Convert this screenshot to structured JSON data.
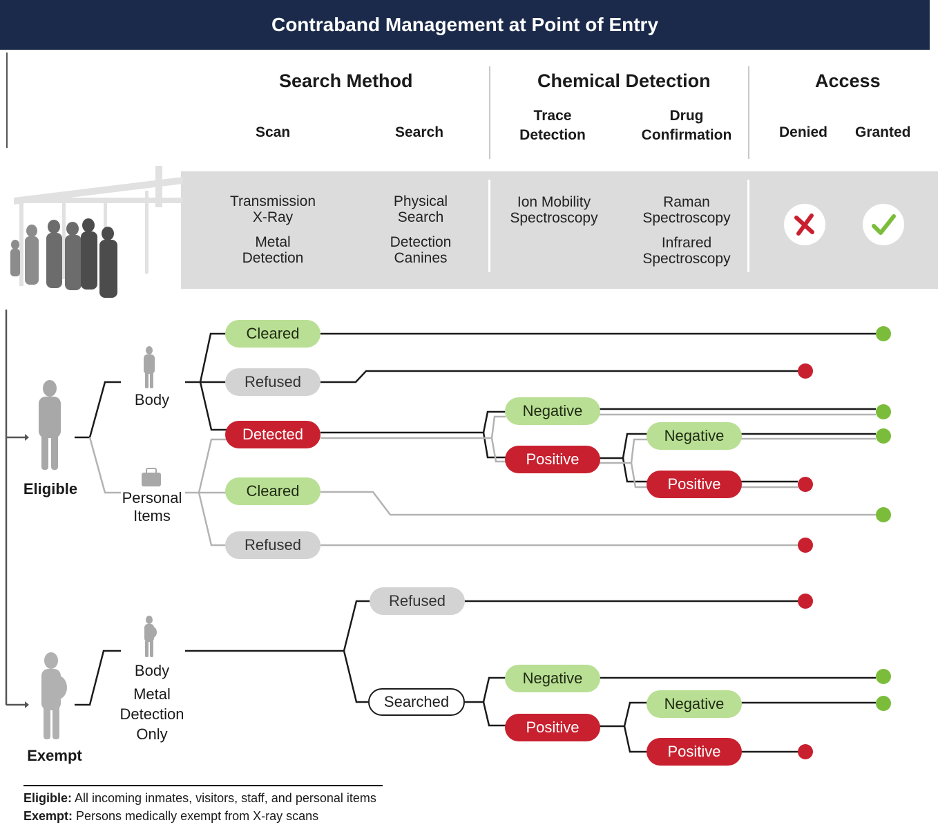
{
  "title": "Contraband Management at Point of Entry",
  "columns": {
    "search_method": "Search Method",
    "scan": "Scan",
    "search": "Search",
    "chemical_detection": "Chemical Detection",
    "trace_detection": "Trace\nDetection",
    "drug_confirmation": "Drug\nConfirmation",
    "access": "Access",
    "denied": "Denied",
    "granted": "Granted"
  },
  "methods": {
    "scan_1": "Transmission\nX-Ray",
    "scan_2": "Metal\nDetection",
    "search_1": "Physical\nSearch",
    "search_2": "Detection\nCanines",
    "trace_1": "Ion Mobility\nSpectroscopy",
    "drug_1": "Raman\nSpectroscopy",
    "drug_2": "Infrared\nSpectroscopy"
  },
  "access_icons": {
    "denied": "x-mark-icon",
    "granted": "check-mark-icon"
  },
  "eligible": {
    "label": "Eligible",
    "body": "Body",
    "personal_items": "Personal\nItems",
    "outcomes": {
      "cleared_body": "Cleared",
      "refused_body": "Refused",
      "detected": "Detected",
      "cleared_items": "Cleared",
      "refused_items": "Refused",
      "trace_negative": "Negative",
      "trace_positive": "Positive",
      "drug_negative": "Negative",
      "drug_positive": "Positive"
    }
  },
  "exempt": {
    "label": "Exempt",
    "body": "Body",
    "body_note": "Metal\nDetection\nOnly",
    "outcomes": {
      "refused": "Refused",
      "searched": "Searched",
      "trace_negative": "Negative",
      "trace_positive": "Positive",
      "drug_negative": "Negative",
      "drug_positive": "Positive"
    }
  },
  "footnote": {
    "eligible_term": "Eligible:",
    "eligible_text": " All incoming inmates, visitors, staff, and personal items",
    "exempt_term": "Exempt:",
    "exempt_text": " Persons medically exempt from X-ray scans"
  },
  "colors": {
    "header": "#1b2a4a",
    "green": "#b9df94",
    "green_dot": "#7bbd3b",
    "red": "#c8202f",
    "grey": "#d3d3d3",
    "band": "#dcdcdc"
  }
}
